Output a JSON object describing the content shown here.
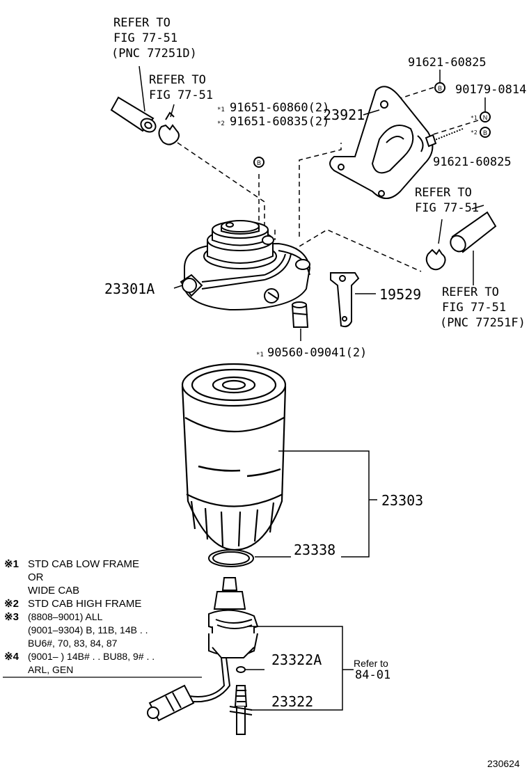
{
  "refs": {
    "top_left": [
      "REFER TO",
      "FIG 77-51",
      "(PNC 77251D)"
    ],
    "top_mid": [
      "REFER TO",
      "FIG 77-51"
    ],
    "right_upper": [
      "REFER TO",
      "FIG 77-51"
    ],
    "right_lower": [
      "REFER TO",
      "FIG 77-51",
      "(PNC 77251F)"
    ]
  },
  "parts": {
    "p91651_60860": "91651-60860(2)",
    "p91651_60835": "91651-60835(2)",
    "p23921": "23921",
    "p91621_60825_top": "91621-60825",
    "p90179_0814": "90179-0814",
    "p91621_60825_bot": "91621-60825",
    "p23301A": "23301A",
    "p19529": "19529",
    "p90560_09041": "90560-09041(2)",
    "p23303": "23303",
    "p23338": "23338",
    "p23322A": "23322A",
    "p23322": "23322",
    "refer_to": "Refer to",
    "fig_84_01": "84-01"
  },
  "marks": {
    "m1": "*1",
    "m2": "*2"
  },
  "legend": [
    {
      "mark": "※1",
      "lines": [
        "STD CAB LOW FRAME",
        "OR",
        "WIDE CAB"
      ]
    },
    {
      "mark": "※2",
      "lines": [
        "STD CAB HIGH FRAME"
      ]
    },
    {
      "mark": "※3",
      "lines": [
        "(8808–9001) ALL",
        "(9001–9304) B, 11B, 14B . .",
        "BU6#, 70, 83, 84, 87"
      ]
    },
    {
      "mark": "※4",
      "lines": [
        "(9001–        ) 14B# . . BU88, 9# . .",
        "ARL, GEN"
      ]
    }
  ],
  "diagram_id": "230624"
}
